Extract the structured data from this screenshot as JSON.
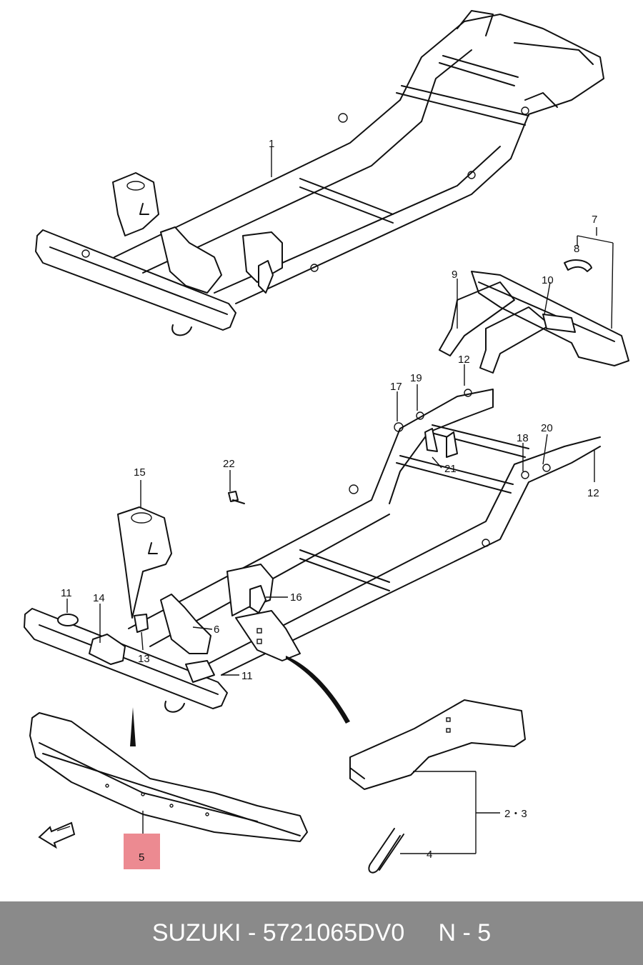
{
  "diagram": {
    "callouts": {
      "c1": "1",
      "c7": "7",
      "c8": "8",
      "c9": "9",
      "c10": "10",
      "c12a": "12",
      "c12b": "12",
      "c17": "17",
      "c19": "19",
      "c20": "20",
      "c18": "18",
      "c21": "21",
      "c15": "15",
      "c22": "22",
      "c11": "11",
      "c14": "14",
      "c13": "13",
      "c16": "16",
      "c6": "6",
      "c11b": "11",
      "c23": "2・3",
      "c4": "4",
      "c5": "5"
    },
    "highlight_color": "#ec8a91"
  },
  "footer": {
    "brand": "SUZUKI",
    "separator": " - ",
    "part_number": "5721065DV0",
    "gap": "     ",
    "ref": "N - 5"
  }
}
